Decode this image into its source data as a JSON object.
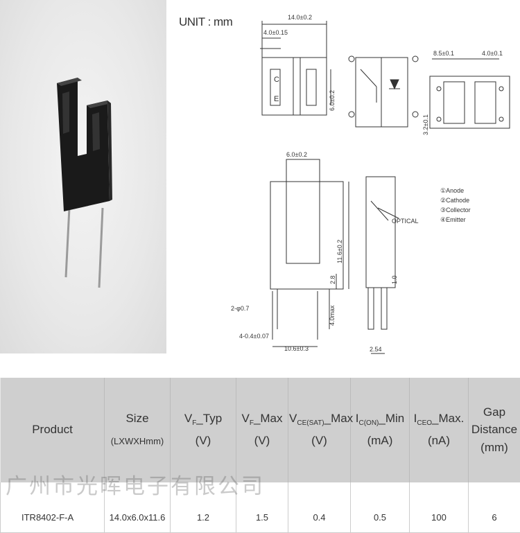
{
  "unit_label": "UNIT : mm",
  "drawing": {
    "dims": {
      "width": "14.0±0.2",
      "slot_offset": "4.0±0.15",
      "depth": "6.0±0.2",
      "pin_pitch_x": "8.5±0.1",
      "pin_pitch_y": "4.0±0.1",
      "side_height": "3.2±0.1",
      "gap": "6.0±0.2",
      "height": "11.6±0.2",
      "lead_len": "2.8",
      "pin_a": "2-φ0.7",
      "pin_b": "4-0.4±0.07",
      "lead_pitch": "10.6±0.3",
      "lead_std": "4.0max",
      "pitch_254": "2.54",
      "side_lead": "1.0"
    },
    "housing_marks": [
      "C",
      "E"
    ],
    "optical_label": "OPTICAL",
    "pin_legend": [
      "①Anode",
      "②Cathode",
      "③Collector",
      "④Emitter"
    ]
  },
  "table": {
    "headers": [
      {
        "main": "Product",
        "sub": "",
        "unit": ""
      },
      {
        "main": "Size",
        "sub": "",
        "unit": "(LXWXHmm)"
      },
      {
        "main": "V",
        "sub": "F",
        "tail": "_Typ",
        "unit": "(V)"
      },
      {
        "main": "V",
        "sub": "F",
        "tail": "_Max",
        "unit": "(V)"
      },
      {
        "main": "V",
        "sub": "CE(SAT)",
        "tail": "_Max",
        "unit": "(V)"
      },
      {
        "main": "I",
        "sub": "C(ON)",
        "tail": "_Min",
        "unit": "(mA)"
      },
      {
        "main": "I",
        "sub": "CEO",
        "tail": "_Max.",
        "unit": "(nA)"
      },
      {
        "main": "Gap",
        "sub": "",
        "tail": "Distance",
        "unit": "(mm)"
      }
    ],
    "rows": [
      [
        "ITR8402-F-A",
        "14.0x6.0x11.6",
        "1.2",
        "1.5",
        "0.4",
        "0.5",
        "100",
        "6"
      ]
    ]
  },
  "watermark": "广州市光晖电子有限公司"
}
